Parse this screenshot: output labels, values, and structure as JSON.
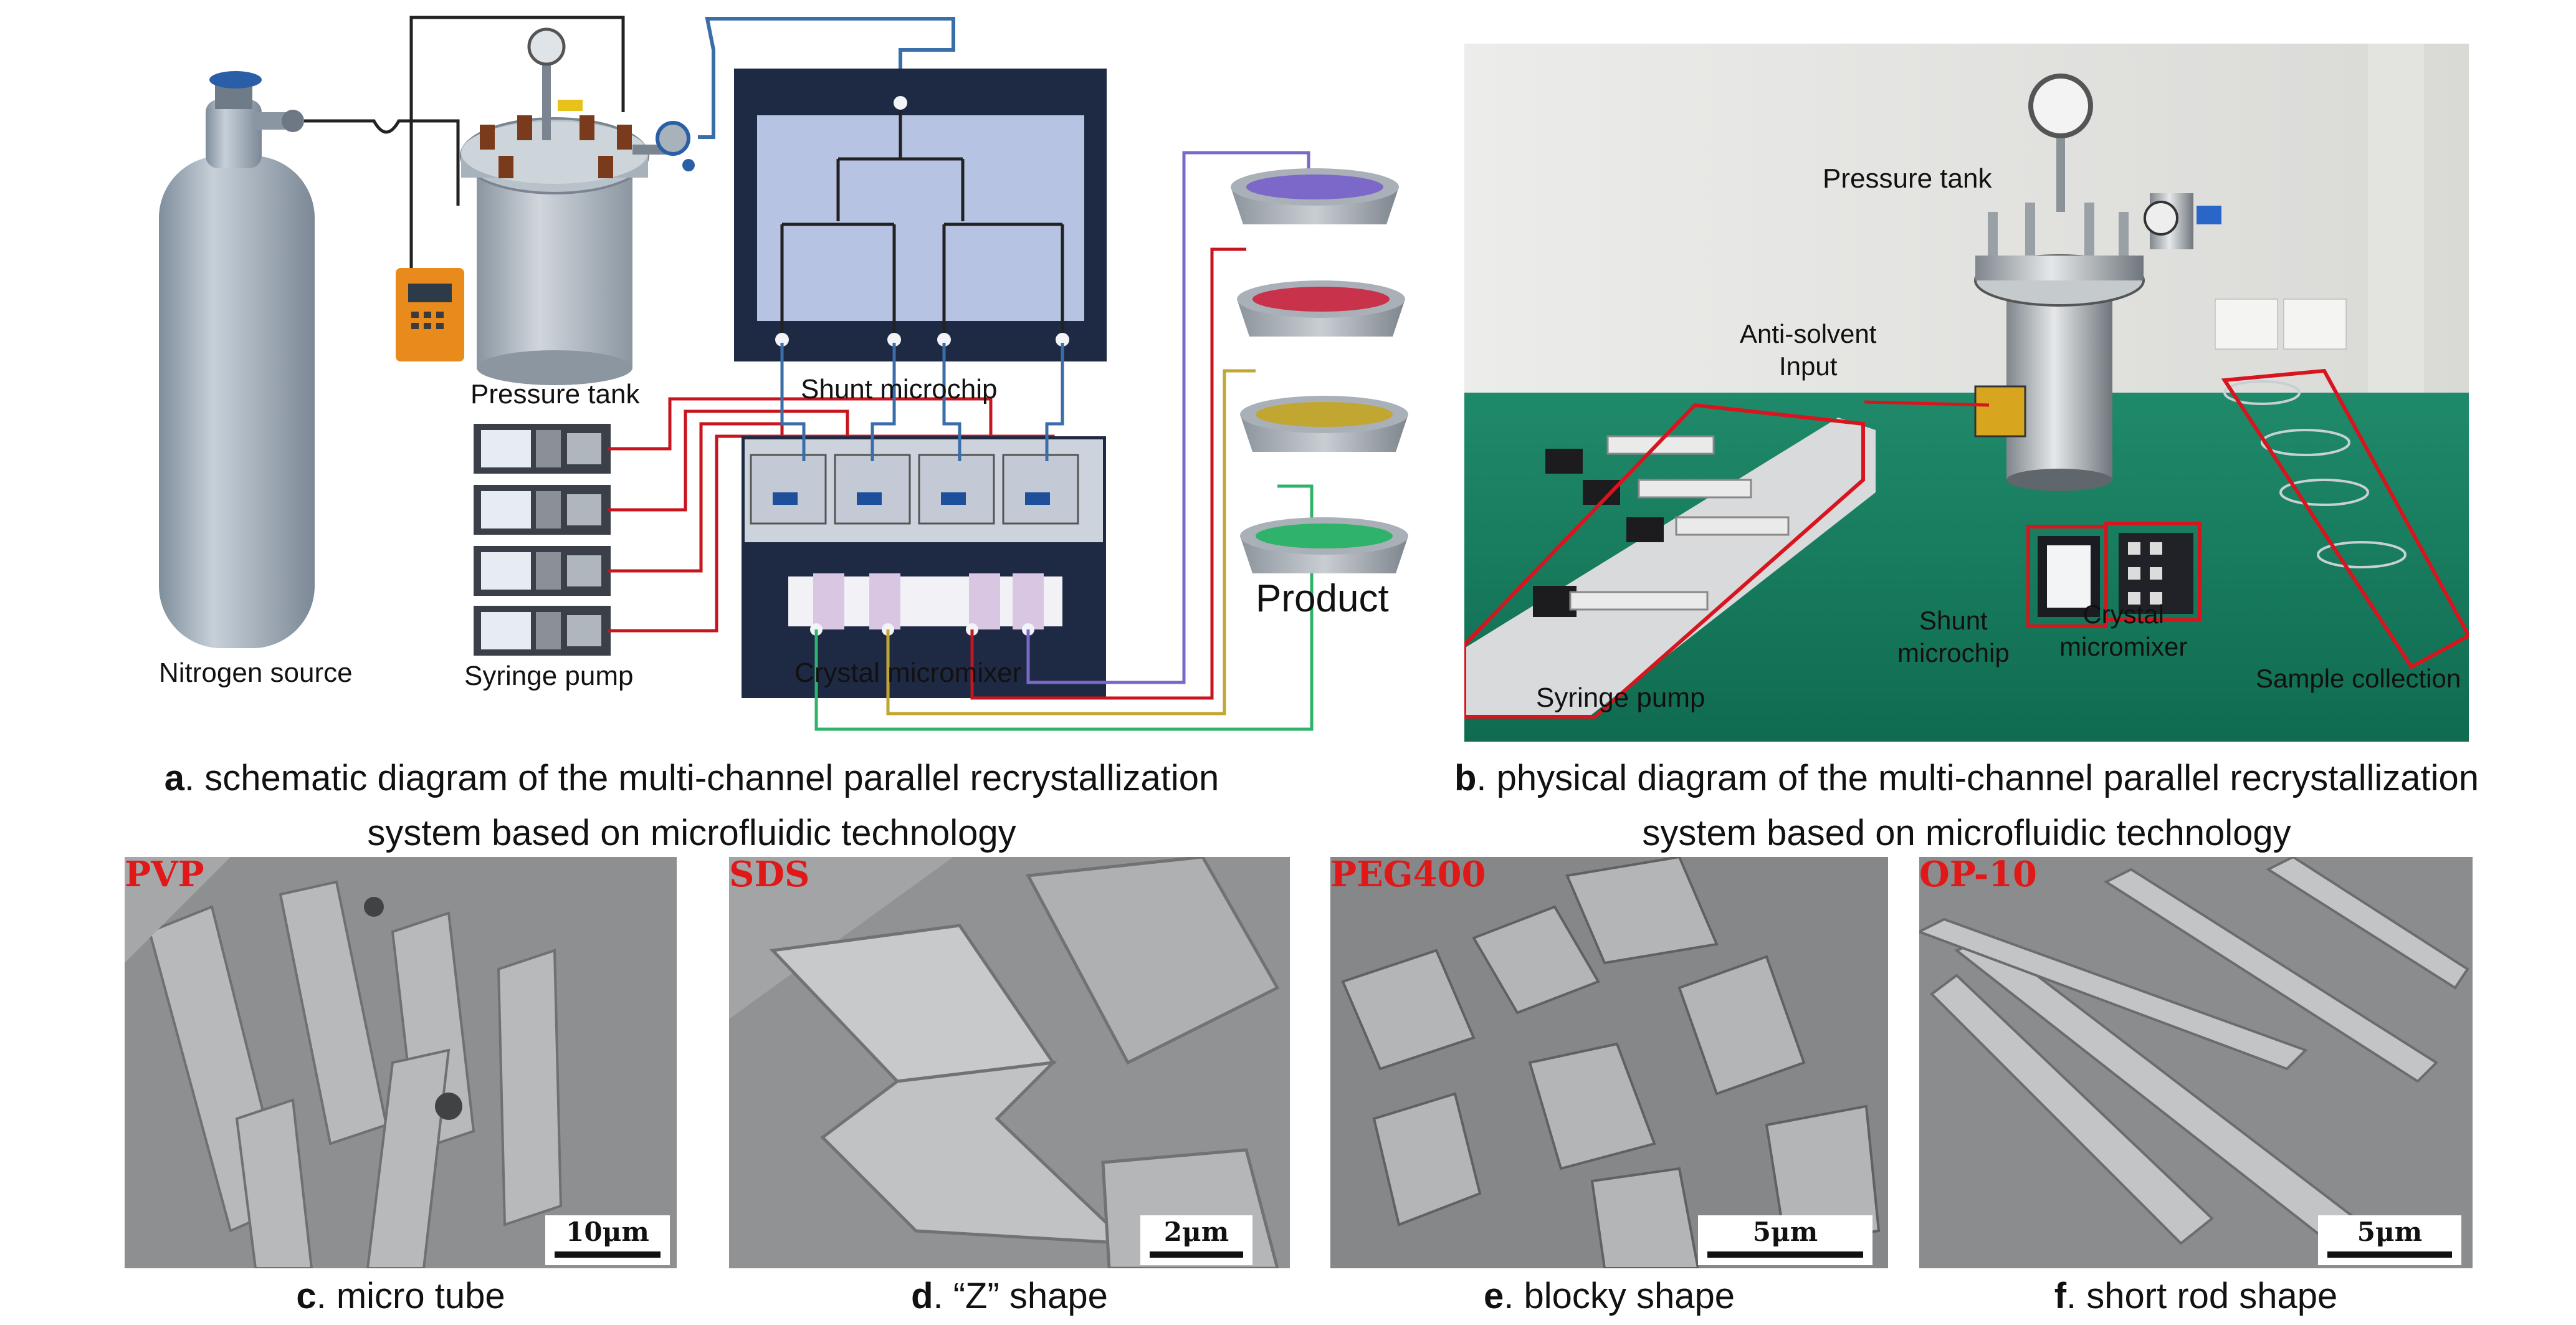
{
  "panel_a": {
    "labels": {
      "nitrogen": "Nitrogen source",
      "pressure_tank": "Pressure tank",
      "syringe_pump": "Syringe pump",
      "shunt_microchip": "Shunt microchip",
      "crystal_micromixer": "Crystal micromixer",
      "product": "Product"
    },
    "caption_letter": "a",
    "caption_line1": ". schematic diagram of the multi-channel parallel recrystallization",
    "caption_line2": "system based on microfluidic technology",
    "colors": {
      "purple": "#7b68c8",
      "red": "#c8324a",
      "yellow": "#c2a632",
      "green": "#2fb36a",
      "line_red": "#c8141e",
      "line_blue": "#3a6ea8"
    }
  },
  "panel_b": {
    "labels": {
      "pressure_tank": "Pressure tank",
      "anti_solvent_1": "Anti-solvent",
      "anti_solvent_2": "Input",
      "shunt_1": "Shunt",
      "shunt_2": "microchip",
      "crystal_1": "Crystal",
      "crystal_2": "micromixer",
      "sample_collection": "Sample collection",
      "syringe_pump": "Syringe pump"
    },
    "caption_letter": "b",
    "caption_line1": ". physical diagram of the multi-channel parallel recrystallization",
    "caption_line2": "system based on microfluidic technology"
  },
  "sem_panels": [
    {
      "tag": "PVP",
      "scale": "10μm",
      "letter": "c",
      "caption": ". micro tube"
    },
    {
      "tag": "SDS",
      "scale": "2μm",
      "letter": "d",
      "caption": ". “Z” shape"
    },
    {
      "tag": "PEG400",
      "scale": "5μm",
      "letter": "e",
      "caption": ". blocky shape"
    },
    {
      "tag": "OP-10",
      "scale": "5μm",
      "letter": "f",
      "caption": ". short rod shape"
    }
  ]
}
